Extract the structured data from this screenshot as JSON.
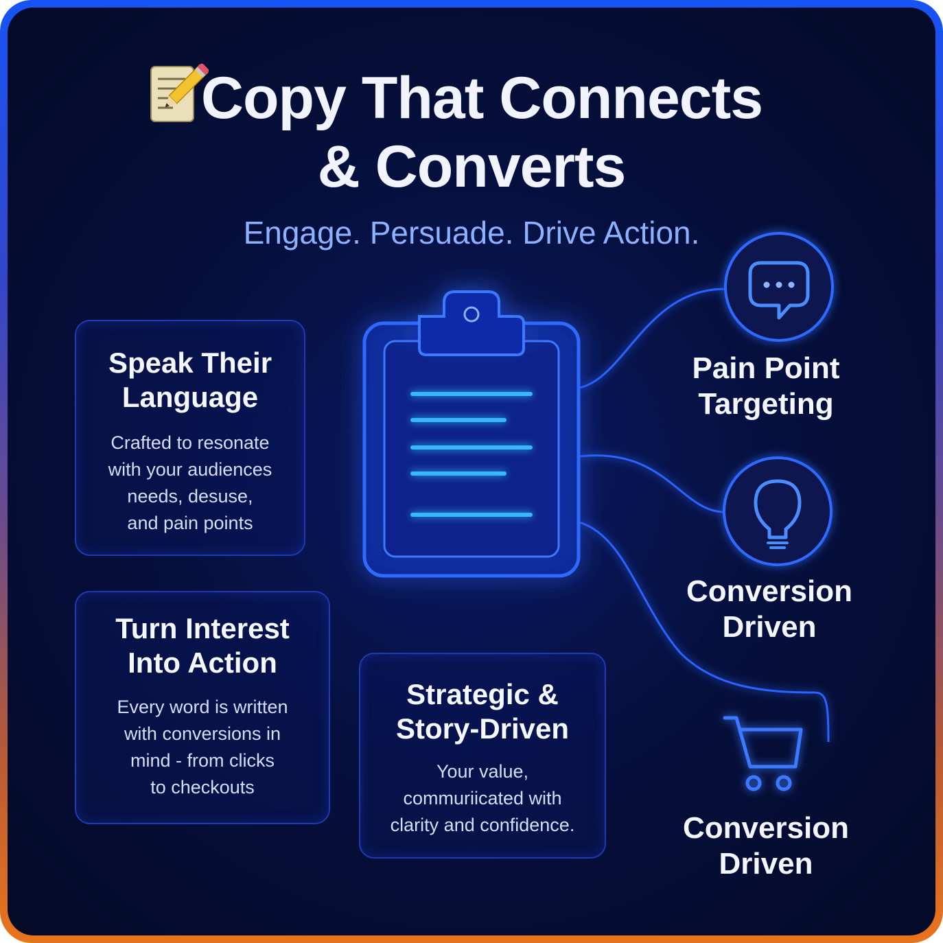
{
  "header": {
    "title_line1": "Copy That Connects",
    "title_line2": "& Converts",
    "subtitle": "Engage. Persuade. Drive Action.",
    "title_icon": "memo-pencil-icon"
  },
  "cards": [
    {
      "title_line1": "Speak Their",
      "title_line2": "Language",
      "body": [
        "Crafted to resonate",
        "with your audiences",
        "needs, desuse,",
        "and pain points"
      ]
    },
    {
      "title_line1": "Turn Interest",
      "title_line2": "Into Action",
      "body": [
        "Every word is written",
        "with conversions in",
        "mind - from clicks",
        "to checkouts"
      ]
    },
    {
      "title_line1": "Strategic &",
      "title_line2": "Story-Driven",
      "body": [
        "Your value,",
        "commuriicated with",
        "clarity and confidence."
      ]
    }
  ],
  "features": [
    {
      "label_line1": "Pain Point",
      "label_line2": "Targeting",
      "icon": "chat-bubble-icon"
    },
    {
      "label_line1": "Conversion",
      "label_line2": "Driven",
      "icon": "lightbulb-icon"
    },
    {
      "label_line1": "Conversion",
      "label_line2": "Driven",
      "icon": "shopping-cart-icon"
    }
  ],
  "center_icon": "clipboard-icon",
  "colors": {
    "background": "#040a26",
    "accent_blue": "#2d6bff",
    "line_cyan": "#35b8ff",
    "subtitle": "#8db1ff",
    "border_top": "#1753f5",
    "border_bottom": "#e9741c"
  }
}
